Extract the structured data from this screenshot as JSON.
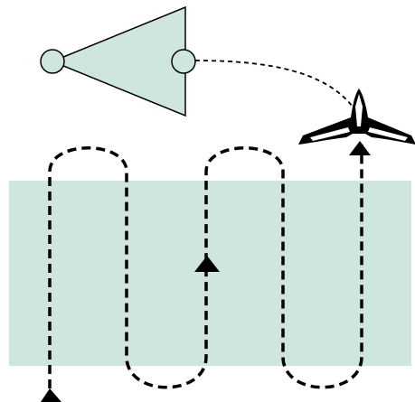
{
  "diagram": {
    "type": "uav-survey-flight-path",
    "colors": {
      "survey_area_fill": "#cfe6e0",
      "sensor_cone_fill": "#cfe6e0",
      "line": "#000000",
      "aircraft": "#000000",
      "background": "#ffffff"
    },
    "elements": {
      "survey_area": "rectangular-survey-region",
      "sensor_cone": "triangular-view-cone-with-two-circular-nodes",
      "link": "dashed-curve-from-cone-to-aircraft",
      "flight_path": "dashed-serpentine-lawnmower-pattern",
      "direction_markers": "three-upward-triangles",
      "aircraft_icon": "fixed-wing-drone-icon"
    },
    "flight_path": {
      "passes": 5,
      "direction_of_first_pass": "up"
    }
  }
}
